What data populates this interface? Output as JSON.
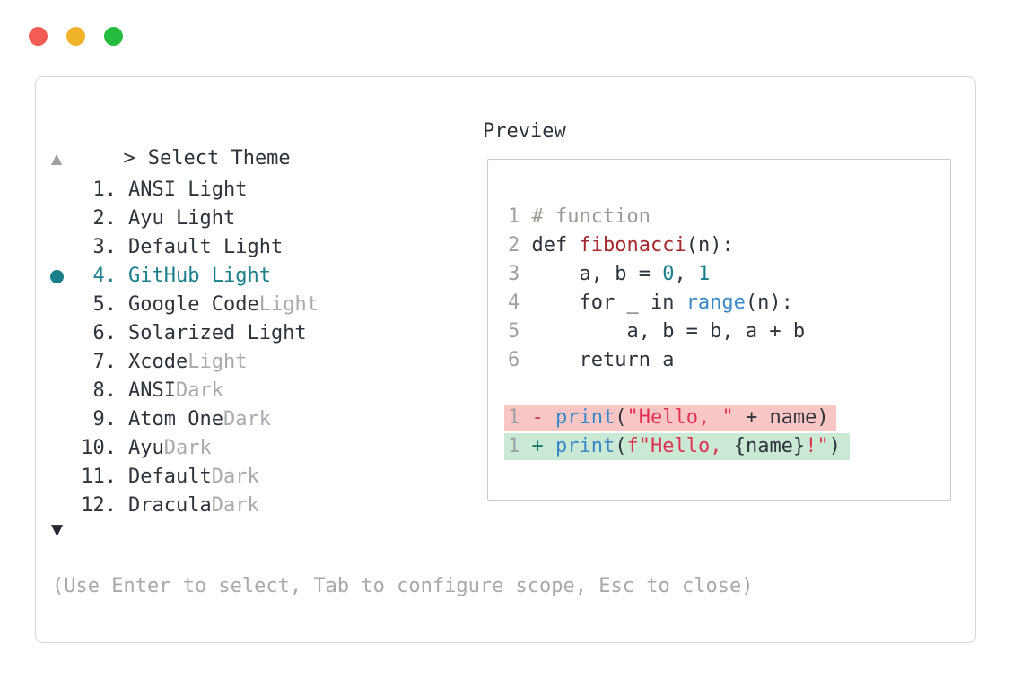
{
  "prompt": {
    "caret": ">",
    "title": "Select Theme"
  },
  "preview": {
    "label": "Preview",
    "lines": [
      {
        "ln": "1",
        "segments": [
          [
            "comment",
            "# function"
          ]
        ]
      },
      {
        "ln": "2",
        "segments": [
          [
            "plain",
            "def "
          ],
          [
            "fn",
            "fibonacci"
          ],
          [
            "plain",
            "(n):"
          ]
        ]
      },
      {
        "ln": "3",
        "segments": [
          [
            "plain",
            "    a, b = "
          ],
          [
            "num",
            "0"
          ],
          [
            "plain",
            ", "
          ],
          [
            "num",
            "1"
          ]
        ]
      },
      {
        "ln": "4",
        "segments": [
          [
            "plain",
            "    for _ in "
          ],
          [
            "builtin",
            "range"
          ],
          [
            "plain",
            "(n):"
          ]
        ]
      },
      {
        "ln": "5",
        "segments": [
          [
            "plain",
            "        a, b = b, a + b"
          ]
        ]
      },
      {
        "ln": "6",
        "segments": [
          [
            "plain",
            "    return a"
          ]
        ]
      },
      {
        "blank": true
      },
      {
        "ln": "1",
        "diff": "del",
        "segments": [
          [
            "minus",
            "-"
          ],
          [
            "plain",
            " "
          ],
          [
            "builtin",
            "print"
          ],
          [
            "plain",
            "("
          ],
          [
            "str",
            "\"Hello, \""
          ],
          [
            "plain",
            " + name)"
          ]
        ]
      },
      {
        "ln": "1",
        "diff": "add",
        "segments": [
          [
            "plus",
            "+"
          ],
          [
            "plain",
            " "
          ],
          [
            "builtin",
            "print"
          ],
          [
            "plain",
            "("
          ],
          [
            "str",
            "f\"Hello, "
          ],
          [
            "plain",
            "{name}"
          ],
          [
            "str",
            "!\""
          ],
          [
            "plain",
            ")"
          ]
        ]
      }
    ]
  },
  "scroll": {
    "up": "▲",
    "down": "▼"
  },
  "theme_list": [
    {
      "number": "1.",
      "name": "ANSI Light",
      "suffix": "",
      "selected": false
    },
    {
      "number": "2.",
      "name": "Ayu Light",
      "suffix": "",
      "selected": false
    },
    {
      "number": "3.",
      "name": "Default Light",
      "suffix": "",
      "selected": false
    },
    {
      "number": "4.",
      "name": "GitHub Light",
      "suffix": "",
      "selected": true
    },
    {
      "number": "5.",
      "name": "Google Code",
      "suffix": "Light",
      "selected": false
    },
    {
      "number": "6.",
      "name": "Solarized Light",
      "suffix": "",
      "selected": false
    },
    {
      "number": "7.",
      "name": "Xcode",
      "suffix": "Light",
      "selected": false
    },
    {
      "number": "8.",
      "name": "ANSI",
      "suffix": "Dark",
      "selected": false
    },
    {
      "number": "9.",
      "name": "Atom One",
      "suffix": "Dark",
      "selected": false
    },
    {
      "number": "10.",
      "name": "Ayu",
      "suffix": "Dark",
      "selected": false
    },
    {
      "number": "11.",
      "name": "Default",
      "suffix": "Dark",
      "selected": false
    },
    {
      "number": "12.",
      "name": "Dracula",
      "suffix": "Dark",
      "selected": false
    }
  ],
  "help_text": "(Use Enter to select, Tab to configure scope, Esc to close)",
  "window_controls": [
    "close",
    "minimize",
    "zoom"
  ],
  "colors": {
    "accent-teal": "#1a7f8b",
    "plain": "#2e343b",
    "text-gray": "#a7a9ac",
    "comment": "#9a9c93",
    "fn": "#a5292f",
    "num": "#187f8b",
    "builtin": "#3888c8",
    "str": "#e03354",
    "minus": "#d93553",
    "plus": "#187a68",
    "ln": "#9ca0a4",
    "del-bg": "#f9c6c6",
    "add-bg": "#c9e9d4",
    "dot-red": "#f25c55",
    "dot-yellow": "#f0b32c",
    "dot-green": "#26bc3f",
    "border": "#d6d6d6"
  }
}
